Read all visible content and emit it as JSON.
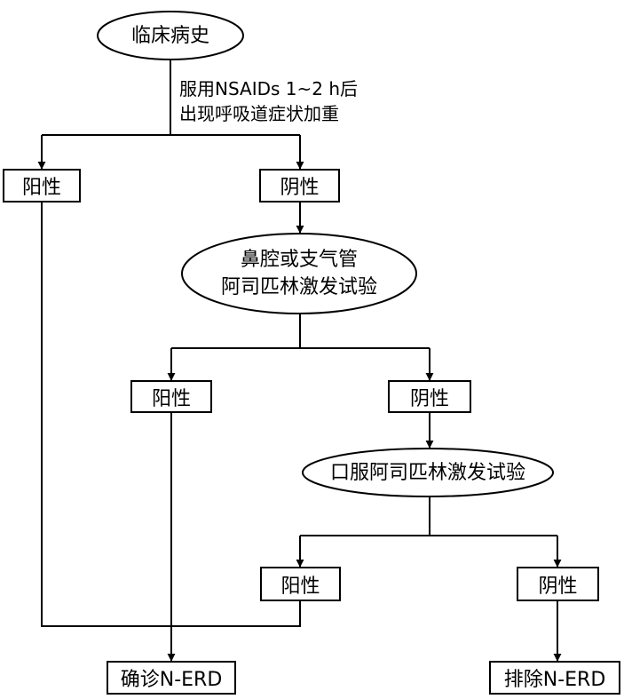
{
  "colors": {
    "stroke": "#000000",
    "background": "#ffffff"
  },
  "nodes": {
    "history": "临床病史",
    "criterion_line1": "服用NSAIDs 1~2 h后",
    "criterion_line2": "出现呼吸道症状加重",
    "pos1": "阳性",
    "neg1": "阴性",
    "challenge1_line1": "鼻腔或支气管",
    "challenge1_line2": "阿司匹林激发试验",
    "pos2": "阳性",
    "neg2": "阴性",
    "challenge2": "口服阿司匹林激发试验",
    "pos3": "阳性",
    "neg3": "阴性",
    "confirm": "确诊N-ERD",
    "exclude": "排除N-ERD"
  }
}
